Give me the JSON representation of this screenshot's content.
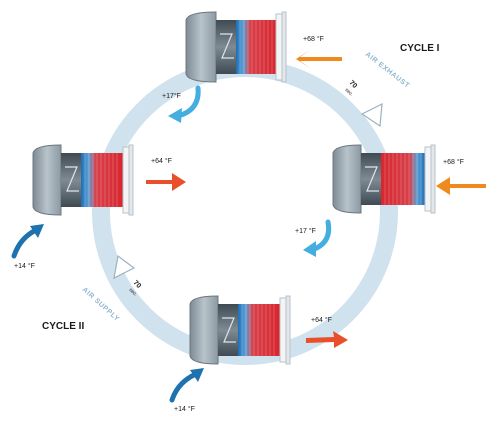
{
  "colors": {
    "ring": "#cfe2ee",
    "warm_arrow": "#ef8a1e",
    "red_arrow": "#e8502c",
    "cool_arrow": "#45aee0",
    "intake_arrow": "#1e72ad",
    "air_text": "#8fb6cf",
    "heat_red": "#d8262f",
    "heat_blue": "#3a8ed0"
  },
  "cycles": {
    "cycle1": "CYCLE I",
    "cycle2": "CYCLE II"
  },
  "flows": {
    "exhaust": "AIR EXHAUST",
    "supply": "AIR SUPPLY"
  },
  "timers": {
    "top": [
      "70",
      "sec."
    ],
    "bottom": [
      "70",
      "sec."
    ]
  },
  "temps": {
    "top_in": "+68 °F",
    "top_out": "+17°F",
    "right_in": "+68 °F",
    "right_out": "+17 °F",
    "left_out": "+64 °F",
    "left_in": "+14 °F",
    "bottom_out": "+64 °F",
    "bottom_in": "+14 °F"
  },
  "icons": {
    "unit": "ventilation-unit-icon",
    "arrow": "airflow-arrow-icon",
    "timer": "timer-triangle-icon"
  }
}
